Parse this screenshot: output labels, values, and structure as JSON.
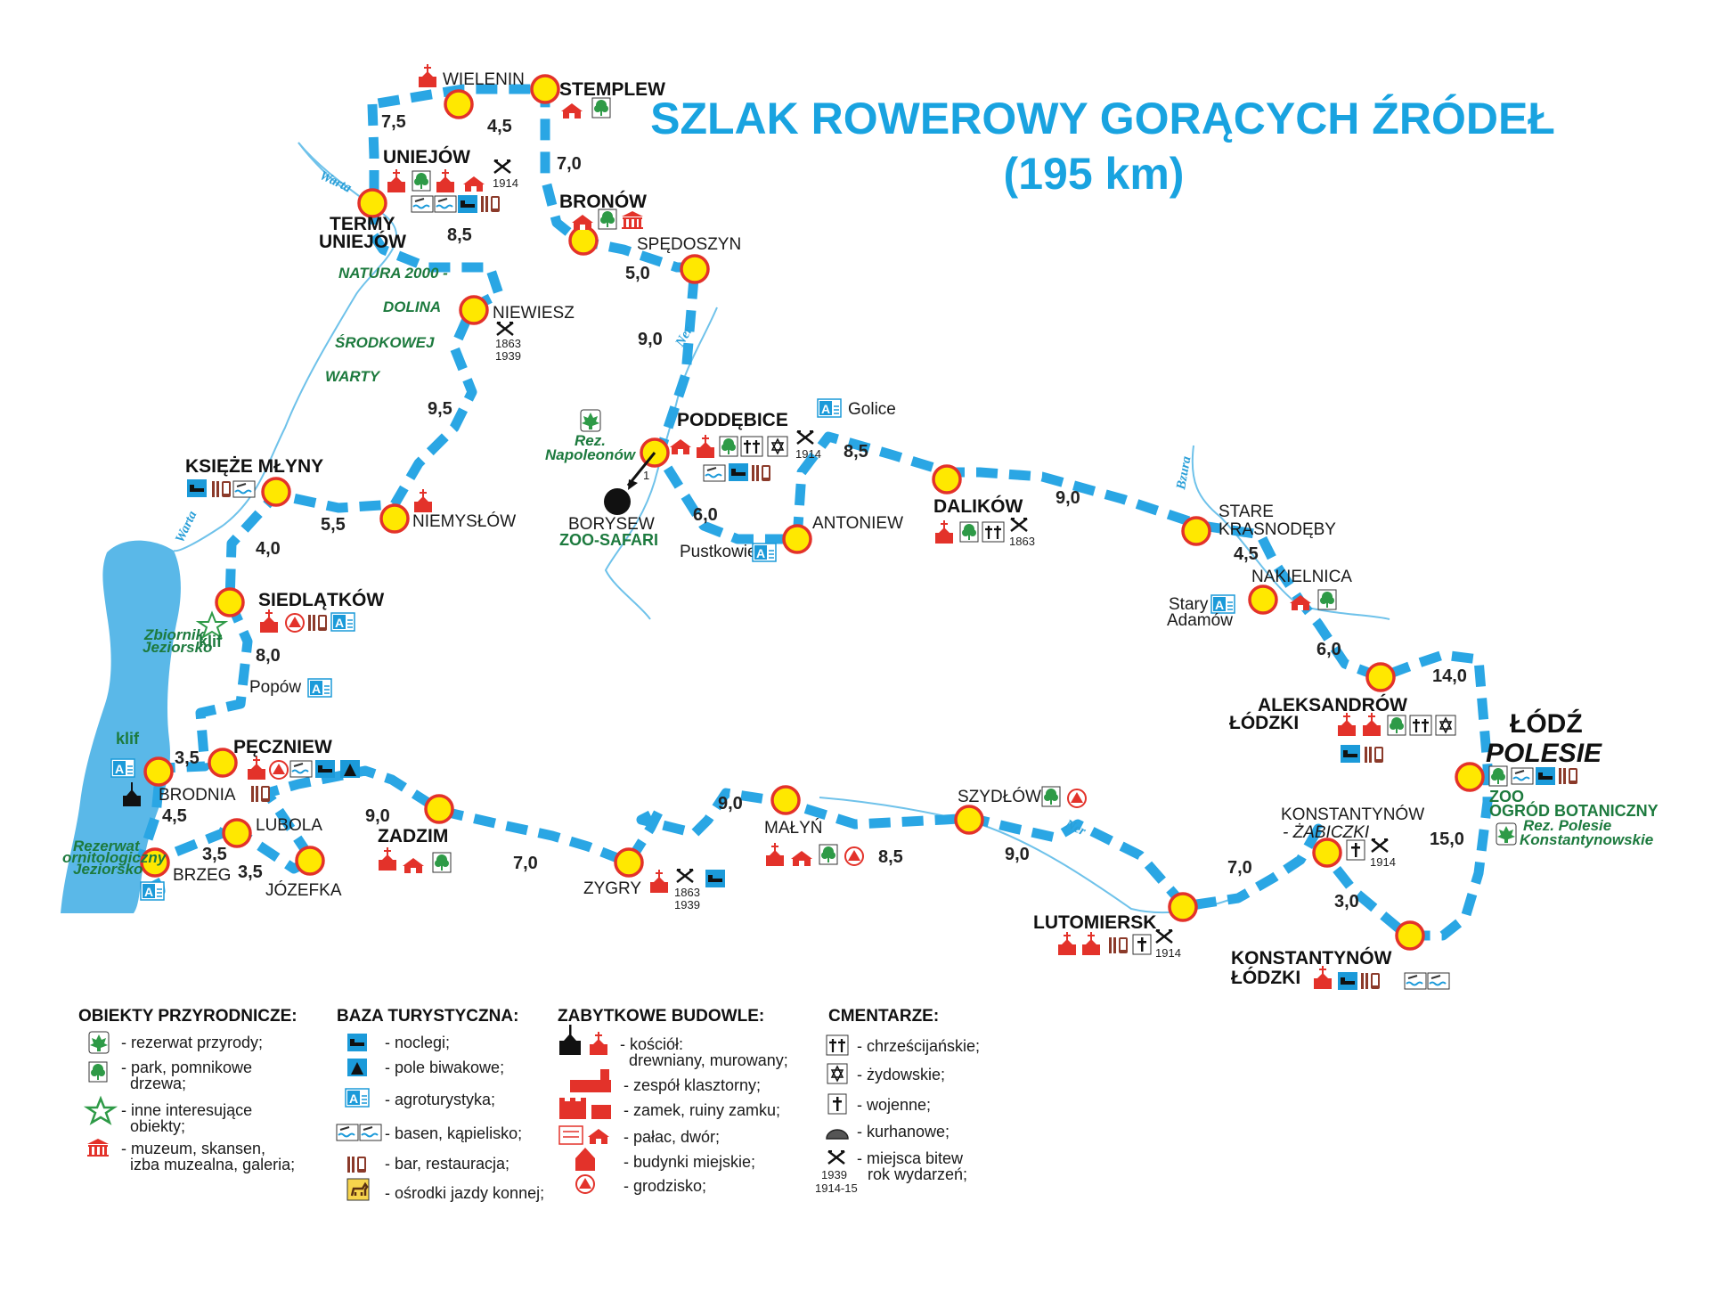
{
  "title": {
    "line1": "SZLAK ROWEROWY GORĄCYCH  ŹRÓDEŁ",
    "line2": "(195 km)"
  },
  "places": {
    "wielenin": "WIELENIN",
    "stemplew": "STEMPLEW",
    "uniejow": "UNIEJÓW",
    "termy1": "TERMY",
    "termy2": "UNIEJÓW",
    "bronow": "BRONÓW",
    "spedoszyn": "SPĘDOSZYN",
    "niewiesz": "NIEWIESZ",
    "niemyslow": "NIEMYSŁÓW",
    "ksieze": "KSIĘŻE MŁYNY",
    "poddebice": "PODDĘBICE",
    "golice": "Golice",
    "borysew": "BORYSEW",
    "zoosafari": "ZOO-SAFARI",
    "antoniew": "ANTONIEW",
    "pustkowie": "Pustkowie",
    "dalikow": "DALIKÓW",
    "stare1": "STARE",
    "stare2": "KRASNODĘBY",
    "nakielnica": "NAKIELNICA",
    "staryadamow1": "Stary",
    "staryadamow2": "Adamów",
    "siedlatkow": "SIEDLĄTKÓW",
    "popow": "Popów",
    "pecznew": "PĘCZNIEW",
    "brodnia": "BRODNIA",
    "lubola": "LUBOLA",
    "brzeg": "BRZEG",
    "jozefka": "JÓZEFKA",
    "zadzim": "ZADZIM",
    "zygry": "ZYGRY",
    "malyn": "MAŁYŃ",
    "szydlow": "SZYDŁÓW",
    "lutomiersk": "LUTOMIERSK",
    "konstz1": "KONSTANTYNÓW",
    "konstz2": "- ŻABICZKI",
    "konstl1": "KONSTANTYNÓW",
    "konstl2": "ŁÓDZKI",
    "aleks1": "ALEKSANDRÓW",
    "aleks2": "ŁÓDZKI",
    "lodz1": "ŁÓDŹ",
    "lodz2": "POLESIE",
    "zoo1": "ZOO",
    "zoo2": "OGRÓD BOTANICZNY",
    "rezpol1": "Rez. Polesie",
    "rezpol2": "Konstantynowskie",
    "reznap1": "Rez.",
    "reznap2": "Napoleonów",
    "klif1": "klif",
    "klif2": "klif",
    "natura1": "NATURA 2000 -",
    "natura2": "DOLINA",
    "natura3": "ŚRODKOWEJ",
    "natura4": "WARTY",
    "zbiornik1": "Zbiornik",
    "zbiornik2": "Jeziorsko",
    "rezerwat1": "Rezerwat",
    "rezerwat2": "ornitologiczny",
    "rezerwat3": "Jeziorsko"
  },
  "rivers": {
    "warta1": "Warta",
    "warta2": "Warta",
    "ner1": "Ner",
    "ner2": "Ner",
    "bzura": "Bzura"
  },
  "years": {
    "uniejow": "1914",
    "niewiesz1": "1863",
    "niewiesz2": "1939",
    "poddebice": "1914",
    "dalikow": "1863",
    "zygry1": "1863",
    "zygry2": "1939",
    "lutomiersk": "1914",
    "zabiczki": "1914"
  },
  "distances": {
    "d1": "7,5",
    "d2": "4,5",
    "d3": "7,0",
    "d4": "8,5",
    "d5": "5,0",
    "d6": "9,0",
    "d7": "9,5",
    "d8": "5,5",
    "d9": "4,0",
    "d10": "8,0",
    "d11": "3,5",
    "d12": "4,5",
    "d13": "3,5",
    "d14": "3,5",
    "d15": "9,0",
    "d16": "7,0",
    "d17": "9,0",
    "d18": "8,5",
    "d19": "9,0",
    "d20": "7,0",
    "d21": "3,0",
    "d22": "15,0",
    "d23": "14,0",
    "d24": "6,0",
    "d25": "4,5",
    "d26": "9,0",
    "d27": "8,5",
    "d28": "6,0"
  },
  "legend": {
    "h1": "OBIEKTY PRZYRODNICZE:",
    "n1": "- rezerwat przyrody;",
    "n2a": "- park, pomnikowe",
    "n2b": "drzewa;",
    "n3a": "- inne interesujące",
    "n3b": "obiekty;",
    "n4a": "- muzeum, skansen,",
    "n4b": "izba muzealna, galeria;",
    "h2": "BAZA TURYSTYCZNA:",
    "b1": "- noclegi;",
    "b2": "- pole biwakowe;",
    "b3": "- agroturystyka;",
    "b4": "- basen, kąpielisko;",
    "b5": "- bar, restauracja;",
    "b6": "- ośrodki jazdy konnej;",
    "h3": "ZABYTKOWE  BUDOWLE:",
    "z1a": "- kościół:",
    "z1b": "drewniany, murowany;",
    "z2": "- zespół klasztorny;",
    "z3": "- zamek, ruiny zamku;",
    "z4": "- pałac, dwór;",
    "z5": "- budynki miejskie;",
    "z6": "- grodzisko;",
    "h4": "CMENTARZE:",
    "c1": "- chrześcijańskie;",
    "c2": "- żydowskie;",
    "c3": "- wojenne;",
    "c4": "- kurhanowe;",
    "c5a": "- miejsca bitew",
    "c5b": "rok wydarzeń;",
    "y1": "1939",
    "y2": "1914-15"
  },
  "colors": {
    "route": "#2aa6e4",
    "node_fill": "#ffe800",
    "node_stroke": "#e3322a",
    "title": "#19a3e0",
    "water": "#5ab8e8",
    "green": "#1d7a3e",
    "monument": "#e3322a"
  }
}
